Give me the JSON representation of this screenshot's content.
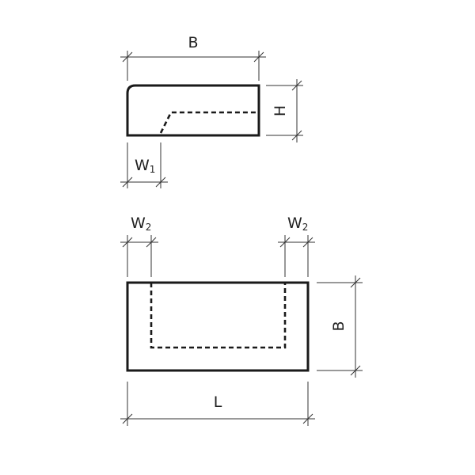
{
  "top_view": {
    "width_label": "B",
    "height_label": "H",
    "w1_label": "W",
    "w1_sub": "1"
  },
  "bottom_view": {
    "w2_left_label": "W",
    "w2_left_sub": "2",
    "w2_right_label": "W",
    "w2_right_sub": "2",
    "depth_label": "B",
    "length_label": "L"
  },
  "colors": {
    "line": "#1a1a1a",
    "background": "#ffffff"
  }
}
